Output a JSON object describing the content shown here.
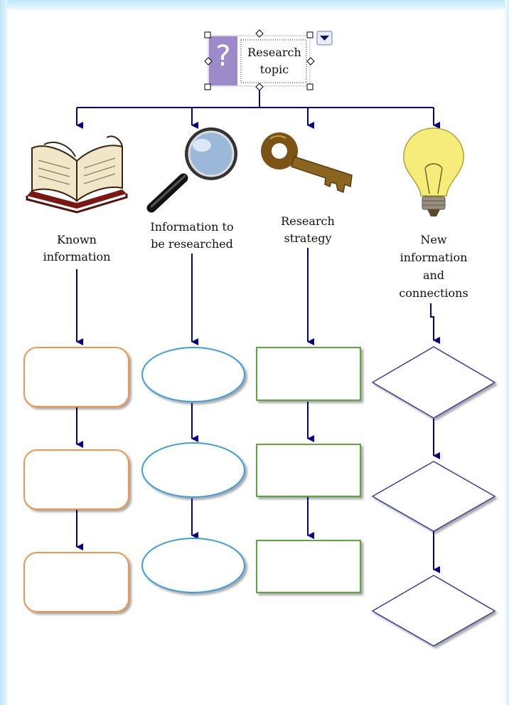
{
  "topic": {
    "icon": "question-icon",
    "label_line1": "Research",
    "label_line2": "topic"
  },
  "columns": [
    {
      "icon": "book-icon",
      "label_lines": [
        "Known",
        "information"
      ],
      "shape": "rounded-rectangle",
      "stroke": "#f0954c"
    },
    {
      "icon": "magnifier-icon",
      "label_lines": [
        "Information to",
        "be researched"
      ],
      "shape": "ellipse",
      "stroke": "#3a9ee0"
    },
    {
      "icon": "key-icon",
      "label_lines": [
        "Research",
        "strategy"
      ],
      "shape": "rectangle",
      "stroke": "#5aa83c"
    },
    {
      "icon": "lightbulb-icon",
      "label_lines": [
        "New",
        "information",
        "and",
        "connections"
      ],
      "shape": "diamond",
      "stroke": "#3a3f9a"
    }
  ],
  "colors": {
    "connector": "#00008b",
    "topic_fill": "#9c8ac9",
    "selection_handle": "#000000"
  }
}
